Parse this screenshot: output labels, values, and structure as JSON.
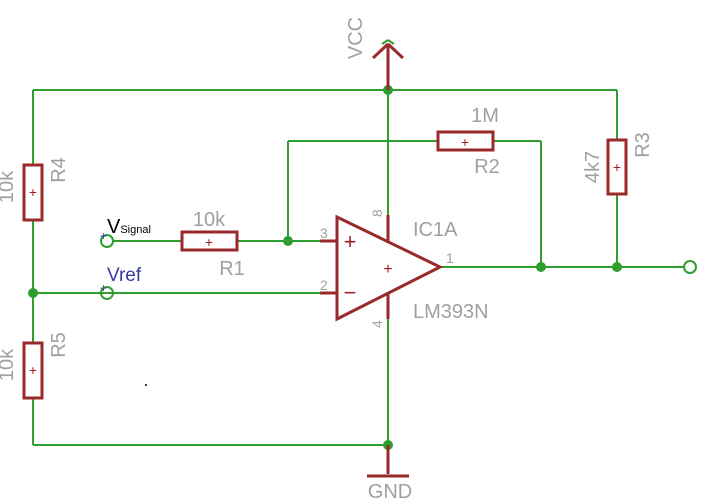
{
  "supply": {
    "vcc": "VCC",
    "gnd": "GND"
  },
  "opamp": {
    "name": "IC1A",
    "part": "LM393N",
    "plus": "+",
    "minus": "−",
    "center": "+",
    "pin_plus": "3",
    "pin_minus": "2",
    "pin_out": "1",
    "pin_vcc": "8",
    "pin_gnd": "4"
  },
  "resistors": {
    "r1": {
      "name": "R1",
      "value": "10k"
    },
    "r2": {
      "name": "R2",
      "value": "1M"
    },
    "r3": {
      "name": "R3",
      "value": "4k7"
    },
    "r4": {
      "name": "R4",
      "value": "10k"
    },
    "r5": {
      "name": "R5",
      "value": "10k"
    }
  },
  "nets": {
    "vsignal_main": "V",
    "vsignal_sub": "Signal",
    "vref": "Vref"
  },
  "part_mark": "+",
  "colors": {
    "wire": "#2e9e2e",
    "part": "#9a2a2a",
    "label": "#a0a0a0",
    "net": "#3a3aa0"
  }
}
